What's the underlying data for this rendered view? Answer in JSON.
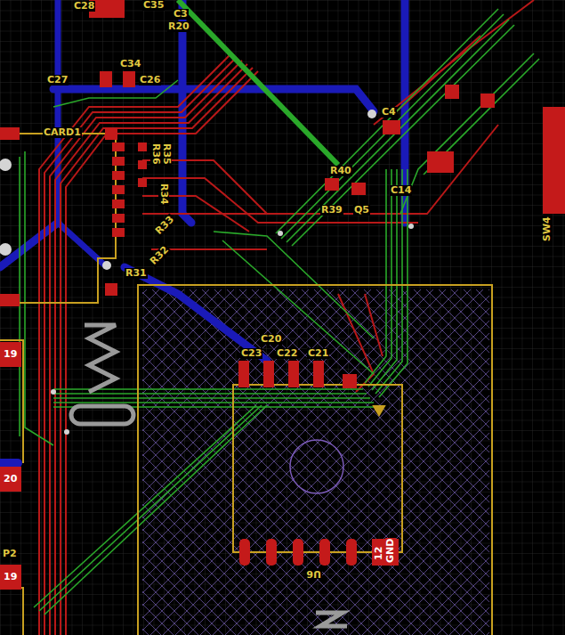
{
  "diagram": {
    "labels": [
      "C28",
      "C35",
      "C3",
      "R20",
      "C34",
      "C27",
      "C26",
      "CARD1",
      "R36",
      "R35",
      "R34",
      "R33",
      "R32",
      "R31",
      "R40",
      "R39",
      "Q5",
      "C4",
      "C14",
      "C20",
      "C23",
      "C22",
      "C21",
      "U6",
      "12",
      "GND",
      "19",
      "20",
      "P2",
      "19",
      "SW4"
    ]
  }
}
